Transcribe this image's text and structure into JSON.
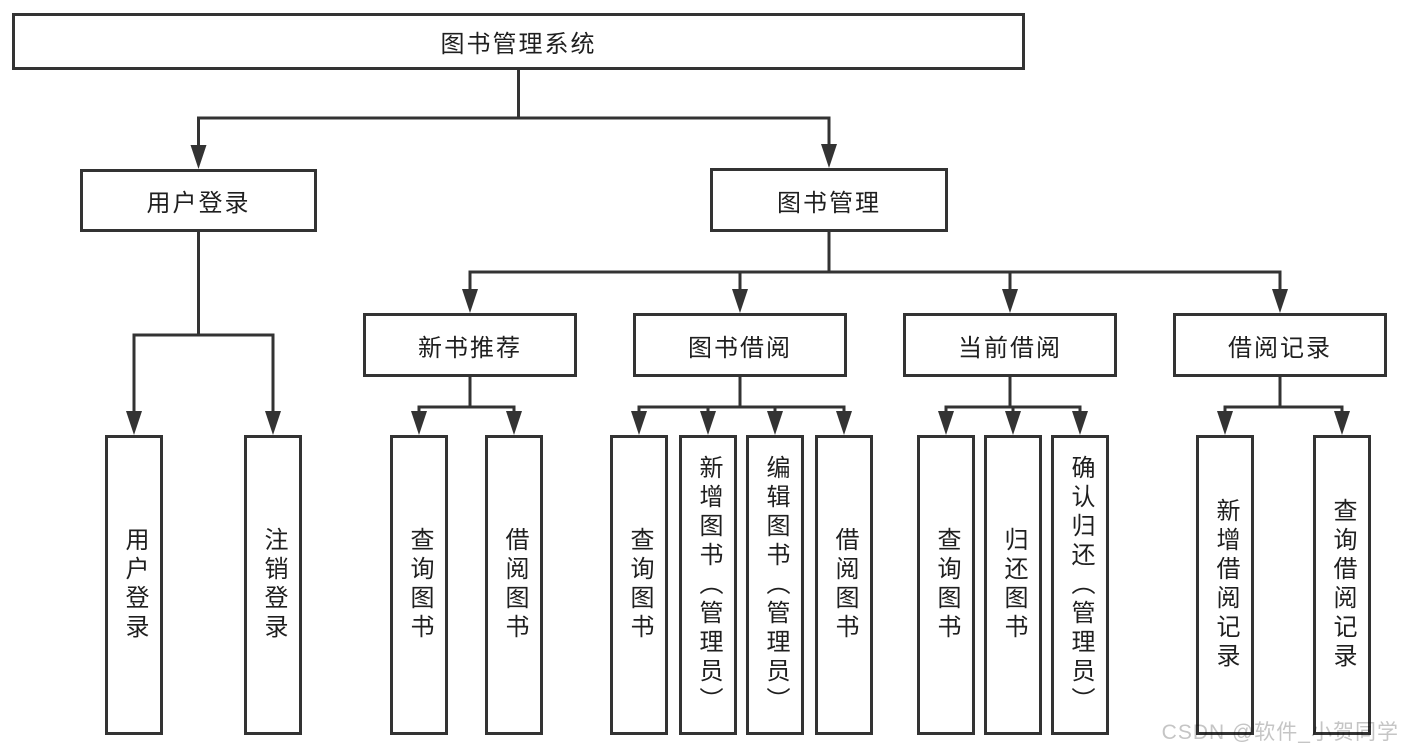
{
  "nodes": {
    "root": "图书管理系统",
    "level2": {
      "user_login": "用户登录",
      "book_mgmt": "图书管理"
    },
    "level3": {
      "new_books": "新书推荐",
      "borrowing": "图书借阅",
      "current": "当前借阅",
      "records": "借阅记录"
    },
    "leaves": {
      "user_login": {
        "login": "用户登录",
        "logout": "注销登录"
      },
      "new_books": {
        "query": "查询图书",
        "borrow": "借阅图书"
      },
      "borrowing": {
        "query": "查询图书",
        "add": "新增图书（管理员）",
        "edit": "编辑图书（管理员）",
        "borrow": "借阅图书"
      },
      "current": {
        "query": "查询图书",
        "return": "归还图书",
        "confirm": "确认归还（管理员）"
      },
      "records": {
        "add": "新增借阅记录",
        "query": "查询借阅记录"
      }
    }
  },
  "watermark": "CSDN @软件_小贺同学",
  "colors": {
    "line": "#333333",
    "text": "#1f1f1f",
    "watermark": "#c5c5c5",
    "background": "#ffffff"
  }
}
